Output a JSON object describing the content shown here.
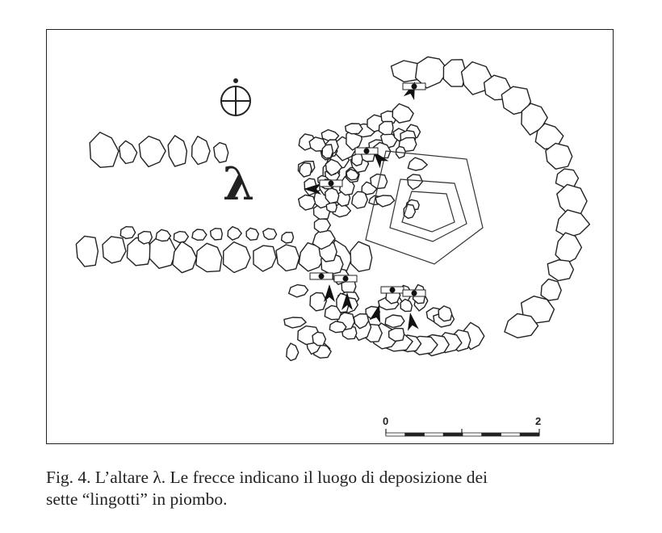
{
  "figure": {
    "altar_label": "λ",
    "scale_bar": {
      "start_label": "0",
      "end_label": "2"
    }
  },
  "caption": {
    "line1": "Fig. 4. L’altare λ. Le frecce indicano il luogo di deposizione dei",
    "line2": "sette “lingotti” in piombo."
  }
}
